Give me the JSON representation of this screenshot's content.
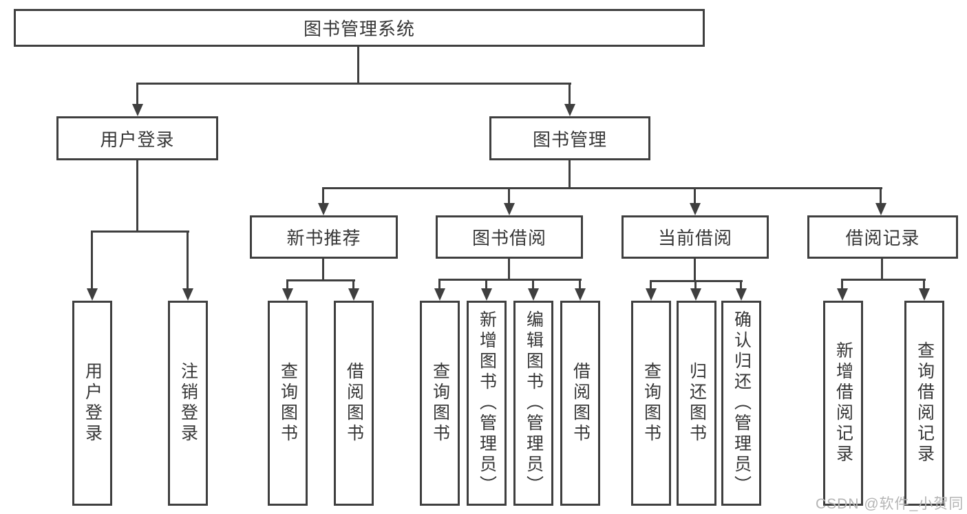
{
  "colors": {
    "line": "#3f3f3f",
    "text": "#363636",
    "background": "#ffffff",
    "watermark": "#b5b5b5"
  },
  "tree": {
    "root": {
      "label": "图书管理系统"
    },
    "branches": [
      {
        "label": "用户登录",
        "leaves": [
          {
            "label": "用户登录"
          },
          {
            "label": "注销登录"
          }
        ]
      },
      {
        "label": "图书管理",
        "groups": [
          {
            "label": "新书推荐",
            "leaves": [
              {
                "label": "查询图书"
              },
              {
                "label": "借阅图书"
              }
            ]
          },
          {
            "label": "图书借阅",
            "leaves": [
              {
                "label": "查询图书"
              },
              {
                "label": "新增图书（管理员）"
              },
              {
                "label": "编辑图书（管理员）"
              },
              {
                "label": "借阅图书"
              }
            ]
          },
          {
            "label": "当前借阅",
            "leaves": [
              {
                "label": "查询图书"
              },
              {
                "label": "归还图书"
              },
              {
                "label": "确认归还（管理员）"
              }
            ]
          },
          {
            "label": "借阅记录",
            "leaves": [
              {
                "label": "新增借阅记录"
              },
              {
                "label": "查询借阅记录"
              }
            ]
          }
        ]
      }
    ]
  },
  "watermark": {
    "text": "CSDN @软件_小贺同学"
  }
}
